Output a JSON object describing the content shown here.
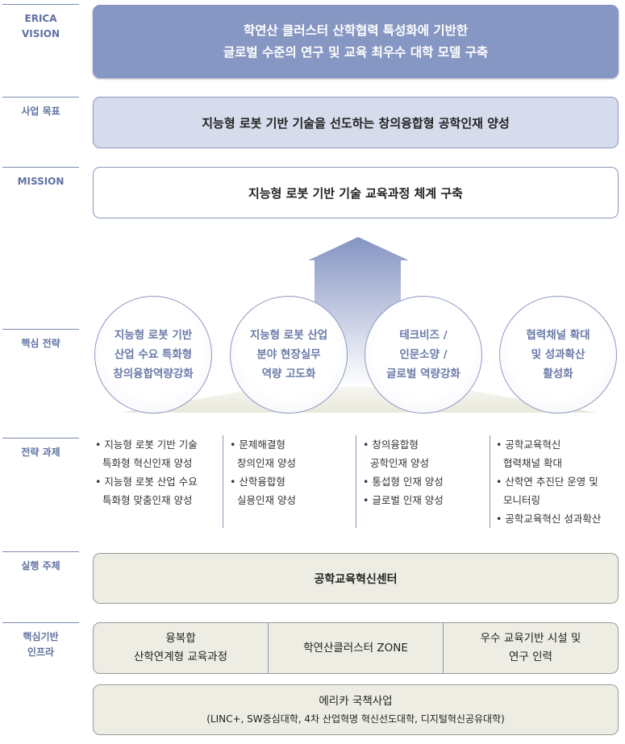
{
  "labels": {
    "vision": "ERICA\nVISION",
    "goal": "사업 목표",
    "mission": "MISSION",
    "strategy": "핵심 전략",
    "tasks": "전략 과제",
    "executor": "실행 주체",
    "infra": "핵심기반\n인프라"
  },
  "vision": "학연산 클러스터 산학협력 특성화에 기반한\n글로벌 수준의 연구 및 교육 최우수 대학 모델 구축",
  "goal": "지능형 로봇 기반 기술을 선도하는 창의융합형 공학인재 양성",
  "mission": "지능형 로봇 기반 기술 교육과정 체계 구축",
  "strategies": [
    "지능형 로봇 기반\n산업 수요 특화형\n창의융합역량강화",
    "지능형 로봇 산업\n분야 현장실무\n역량 고도화",
    "테크비즈 /\n인문소양 /\n글로벌 역량강화",
    "협력채널 확대\n및 성과확산\n활성화"
  ],
  "tasks": [
    [
      "• 지능형 로봇 기반 기술\n특화형 혁신인재 양성",
      "• 지능형 로봇 산업 수요\n특화형 맞춤인재 양성"
    ],
    [
      "• 문제해결형\n창의인재 양성",
      "• 산학융합형\n실용인재 양성"
    ],
    [
      "• 창의융합형\n공학인재 양성",
      "• 통섭형 인재 양성",
      "• 글로벌 인재 양성"
    ],
    [
      "• 공학교육혁신\n협력채널 확대",
      "• 산학연 추진단 운영 및\n모니터링",
      "• 공학교육혁신 성과확산"
    ]
  ],
  "executor": "공학교육혁신센터",
  "infra": [
    "융복합\n산학연계형 교육과정",
    "학연산클러스터 ZONE",
    "우수 교육기반 시설 및\n연구 인력"
  ],
  "national": {
    "title": "에리카 국책사업",
    "sub": "(LINC+, SW중심대학, 4차 산업혁명 혁신선도대학, 디지털혁신공유대학)"
  }
}
